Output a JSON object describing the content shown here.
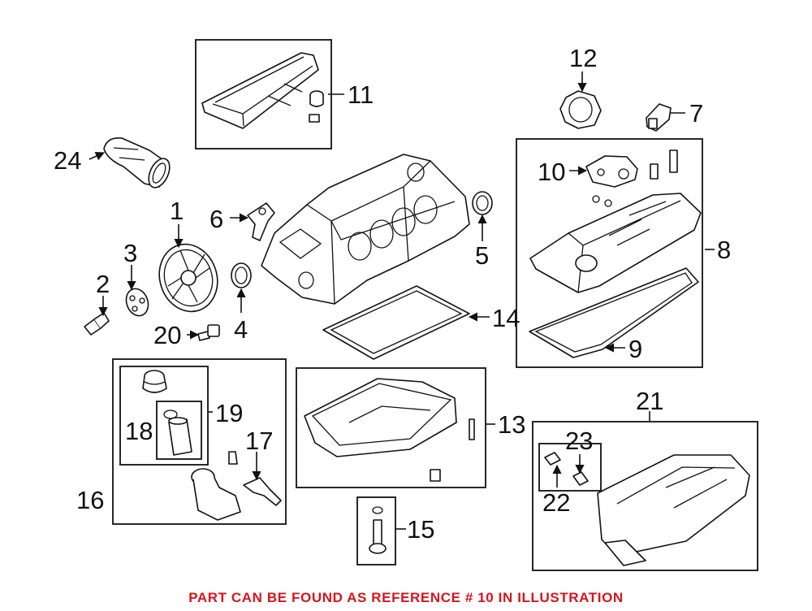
{
  "callouts": {
    "c1": "1",
    "c2": "2",
    "c3": "3",
    "c4": "4",
    "c5": "5",
    "c6": "6",
    "c7": "7",
    "c8": "8",
    "c9": "9",
    "c10": "10",
    "c11": "11",
    "c12": "12",
    "c13": "13",
    "c14": "14",
    "c15": "15",
    "c16": "16",
    "c17": "17",
    "c18": "18",
    "c19": "19",
    "c20": "20",
    "c21": "21",
    "c22": "22",
    "c23": "23",
    "c24": "24"
  },
  "footer": {
    "note": "PART CAN BE FOUND AS REFERENCE # 10 IN ILLUSTRATION",
    "note_color": "#d9141b"
  }
}
